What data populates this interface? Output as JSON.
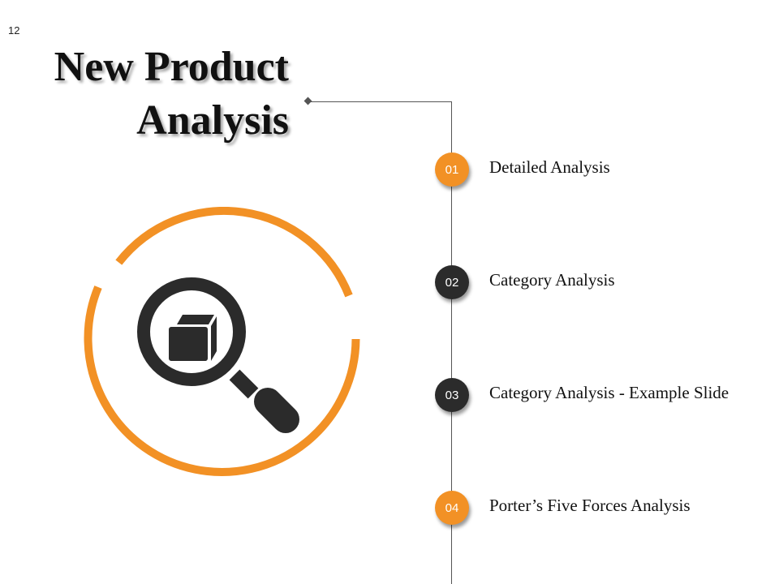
{
  "slide": {
    "number": "12",
    "title_line1": "New Product",
    "title_line2": "Analysis"
  },
  "colors": {
    "accent_orange": "#F29125",
    "dark": "#2B2B2B"
  },
  "icon": "magnifier-with-box-icon",
  "steps": [
    {
      "number": "01",
      "label": "Detailed Analysis",
      "color": "orange"
    },
    {
      "number": "02",
      "label": "Category Analysis",
      "color": "dark"
    },
    {
      "number": "03",
      "label": "Category Analysis - Example Slide",
      "color": "dark"
    },
    {
      "number": "04",
      "label": "Porter’s Five Forces Analysis",
      "color": "orange"
    }
  ]
}
